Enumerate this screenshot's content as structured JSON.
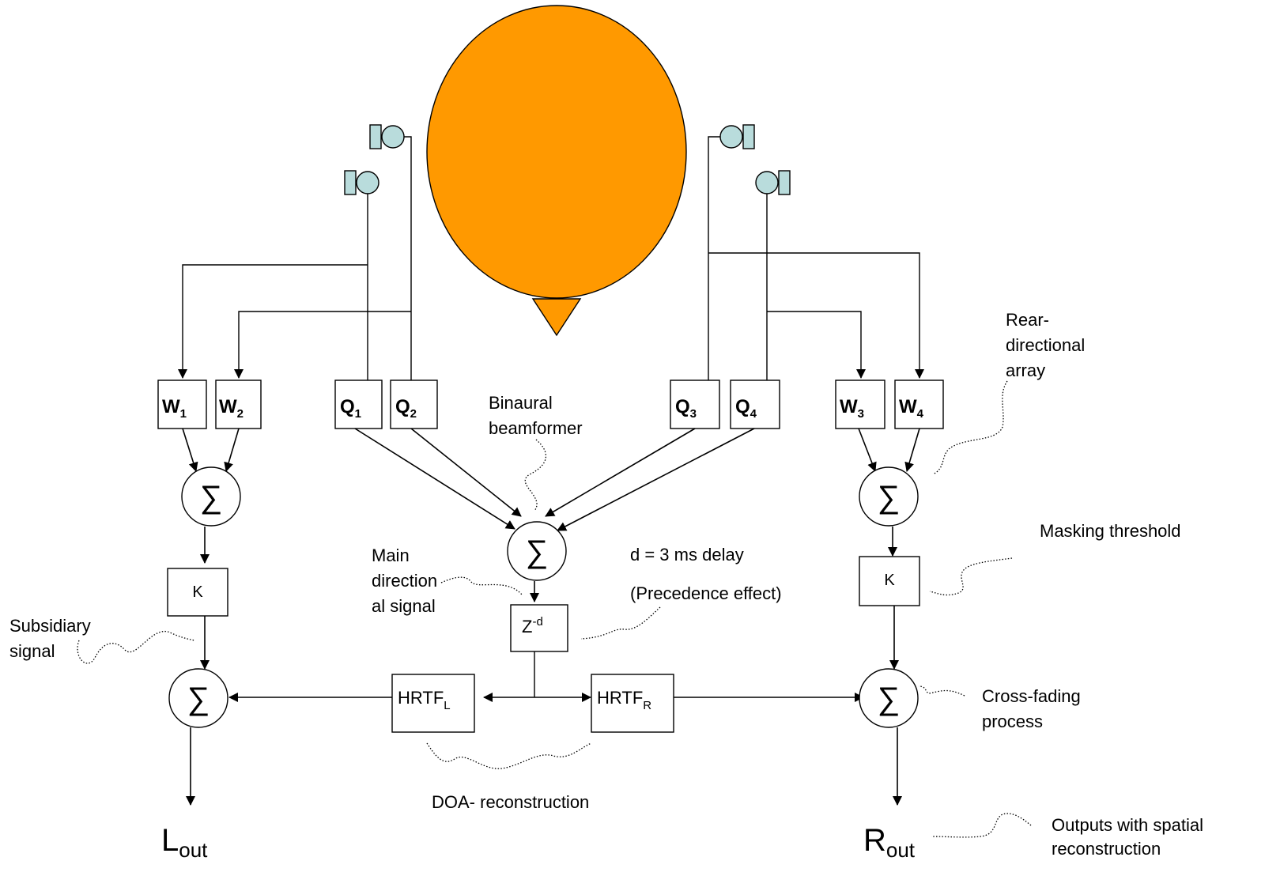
{
  "blocks": {
    "w1": {
      "main": "W",
      "sub": "1"
    },
    "w2": {
      "main": "W",
      "sub": "2"
    },
    "w3": {
      "main": "W",
      "sub": "3"
    },
    "w4": {
      "main": "W",
      "sub": "4"
    },
    "q1": {
      "main": "Q",
      "sub": "1"
    },
    "q2": {
      "main": "Q",
      "sub": "2"
    },
    "q3": {
      "main": "Q",
      "sub": "3"
    },
    "q4": {
      "main": "Q",
      "sub": "4"
    },
    "k_left": "K",
    "k_right": "K",
    "delay": {
      "main": "Z",
      "sup": "-d"
    },
    "hrtf_left": {
      "main": "HRTF",
      "sub": "L"
    },
    "hrtf_right": {
      "main": "HRTF",
      "sub": "R"
    },
    "sum_symbol": "∑"
  },
  "outputs": {
    "left": {
      "main": "L",
      "sub": "out"
    },
    "right": {
      "main": "R",
      "sub": "out"
    }
  },
  "annotations": {
    "binaural_beamformer": [
      "Binaural",
      "beamformer"
    ],
    "rear_directional_array": [
      "Rear-",
      "directional",
      "array"
    ],
    "masking_threshold": "Masking threshold",
    "main_directional_signal": [
      "Main",
      "direction",
      "al signal"
    ],
    "delay_value": "d = 3 ms delay",
    "precedence_effect": "(Precedence effect)",
    "subsidiary_signal": [
      "Subsidiary",
      "signal"
    ],
    "cross_fading_process": [
      "Cross-fading",
      "process"
    ],
    "doa_reconstruction": "DOA- reconstruction",
    "outputs_spatial": [
      "Outputs with spatial",
      "reconstruction"
    ]
  },
  "colors": {
    "head": "#ff9900",
    "microphone": "#b9dcdc"
  }
}
